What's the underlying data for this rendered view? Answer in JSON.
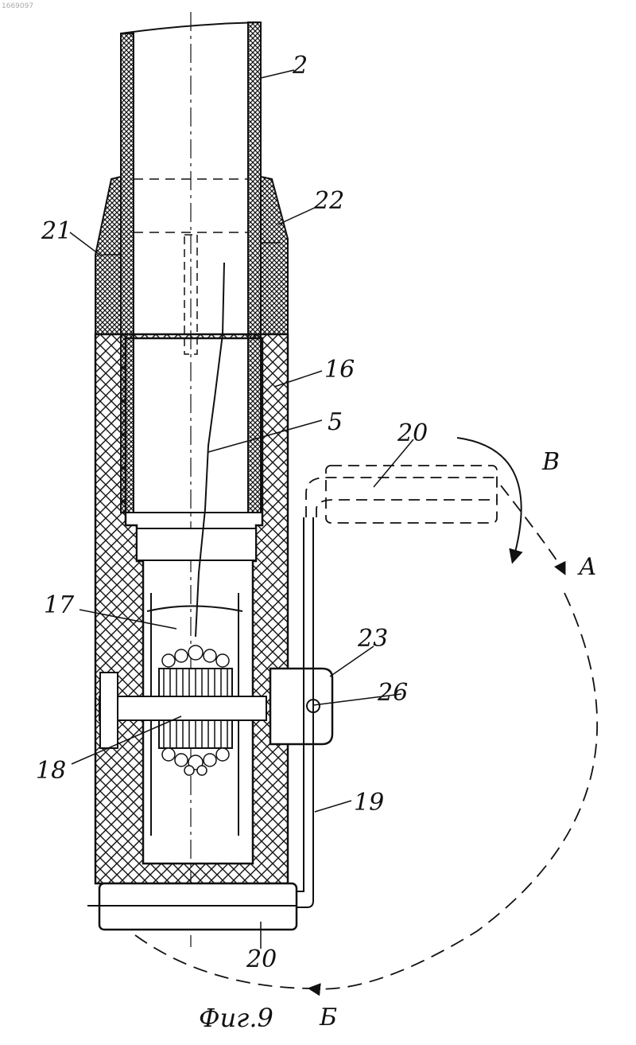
{
  "sheet_id": "1669097",
  "caption": "Фиг.9",
  "part_labels": [
    "2",
    "22",
    "21",
    "16",
    "5",
    "20",
    "17",
    "23",
    "26",
    "18",
    "19",
    "20"
  ],
  "motion_labels": [
    "В",
    "А",
    "Б"
  ],
  "colors": {
    "ink": "#111111",
    "paper": "#ffffff"
  }
}
